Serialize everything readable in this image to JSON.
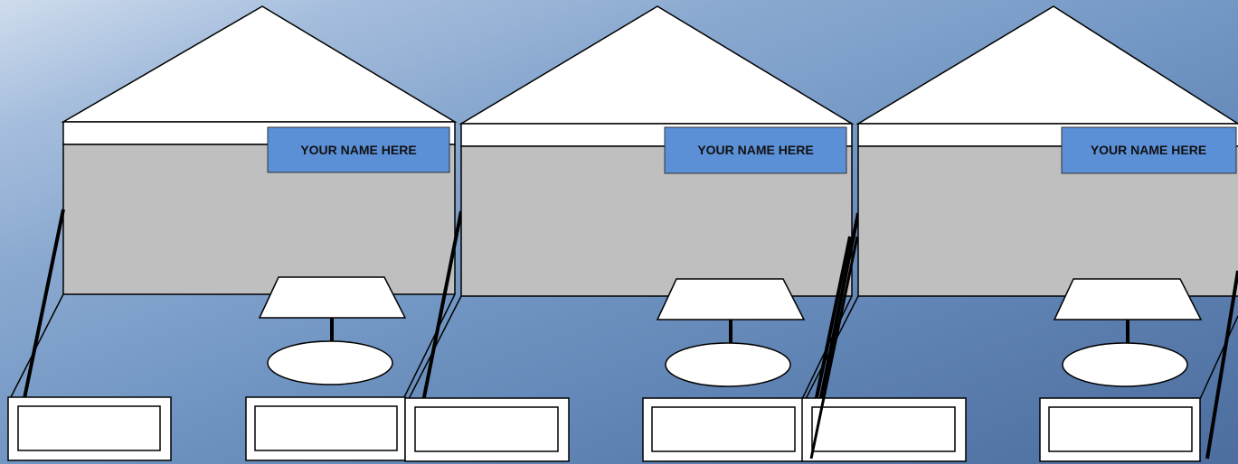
{
  "booths": [
    {
      "name_label": "YOUR NAME HERE"
    },
    {
      "name_label": "YOUR NAME HERE"
    },
    {
      "name_label": "YOUR NAME HERE"
    }
  ],
  "colors": {
    "background_light": "#cfdced",
    "background_dark": "#4c6d9e",
    "roof": "#ffffff",
    "back_wall": "#bfbfbf",
    "name_sign": "#5b8fd6",
    "outline": "#000000"
  }
}
